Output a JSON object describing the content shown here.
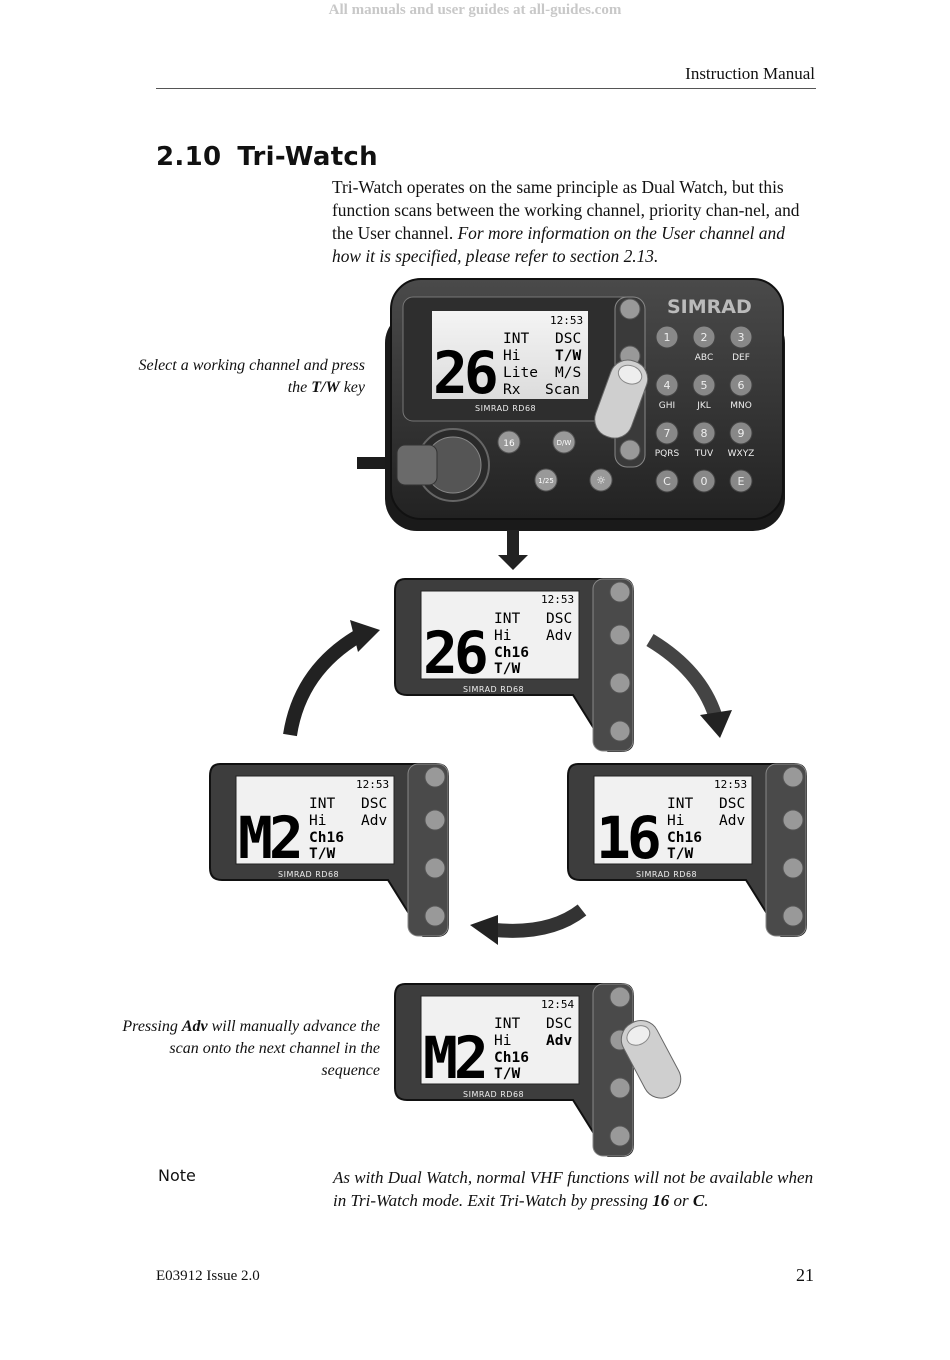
{
  "watermark": "All manuals and user guides at all-guides.com",
  "header": {
    "title": "Instruction Manual"
  },
  "section": {
    "number": "2.10",
    "title": "Tri-Watch"
  },
  "intro": {
    "plain": "Tri-Watch operates on the same principle as Dual Watch, but this function scans between the working channel, priority chan-nel, and the User channel.",
    "italic": "For more information on the User channel and how it is specified, please refer to section 2.13."
  },
  "captions": {
    "select": {
      "pre": "Select a working channel and press the ",
      "key": "T/W",
      "post": " key"
    },
    "pressing": {
      "pre": "Pressing ",
      "key": "Adv",
      "post": " will manually advance the scan onto the next channel in the sequence"
    }
  },
  "radio": {
    "brand": "SIMRAD",
    "model": "SIMRAD RD68",
    "screen": {
      "time": "12:53",
      "channel": "26",
      "rows": [
        [
          "INT",
          "DSC"
        ],
        [
          "Hi",
          "T/W"
        ],
        [
          "Lite",
          "M/S"
        ],
        [
          "Rx",
          "Scan"
        ]
      ]
    },
    "keys": [
      {
        "num": "1",
        "label": ""
      },
      {
        "num": "2",
        "label": "ABC"
      },
      {
        "num": "3",
        "label": "DEF"
      },
      {
        "num": "4",
        "label": "GHI"
      },
      {
        "num": "5",
        "label": "JKL"
      },
      {
        "num": "6",
        "label": "MNO"
      },
      {
        "num": "7",
        "label": "PQRS"
      },
      {
        "num": "8",
        "label": "TUV"
      },
      {
        "num": "9",
        "label": "WXYZ"
      },
      {
        "num": "C",
        "label": ""
      },
      {
        "num": "0",
        "label": ""
      },
      {
        "num": "E",
        "label": ""
      }
    ],
    "buttons": {
      "ch16": "16",
      "dw": "D/W",
      "power": "1/25",
      "light": "☼"
    }
  },
  "displays": [
    {
      "id": "top",
      "time": "12:53",
      "channel": "26",
      "l1": "INT",
      "r1": "DSC",
      "l2": "Hi",
      "r2": "Adv",
      "l3": "Ch16",
      "l4": "T/W",
      "model": "SIMRAD RD68"
    },
    {
      "id": "left",
      "time": "12:53",
      "channel": "M2",
      "l1": "INT",
      "r1": "DSC",
      "l2": "Hi",
      "r2": "Adv",
      "l3": "Ch16",
      "l4": "T/W",
      "model": "SIMRAD RD68"
    },
    {
      "id": "right",
      "time": "12:53",
      "channel": "16",
      "l1": "INT",
      "r1": "DSC",
      "l2": "Hi",
      "r2": "Adv",
      "l3": "Ch16",
      "l4": "T/W",
      "model": "SIMRAD RD68"
    },
    {
      "id": "bottom",
      "time": "12:54",
      "channel": "M2",
      "l1": "INT",
      "r1": "DSC",
      "l2": "Hi",
      "r2": "Adv",
      "l3": "Ch16",
      "l4": "T/W",
      "model": "SIMRAD RD68"
    }
  ],
  "note": {
    "label": "Note",
    "pre": "As with Dual Watch, normal VHF functions will not be available when in Tri-Watch mode. Exit Tri-Watch by pressing ",
    "key1": "16",
    "mid": " or ",
    "key2": "C",
    "post": "."
  },
  "footer": {
    "doc": "E03912  Issue 2.0",
    "page": "21"
  }
}
